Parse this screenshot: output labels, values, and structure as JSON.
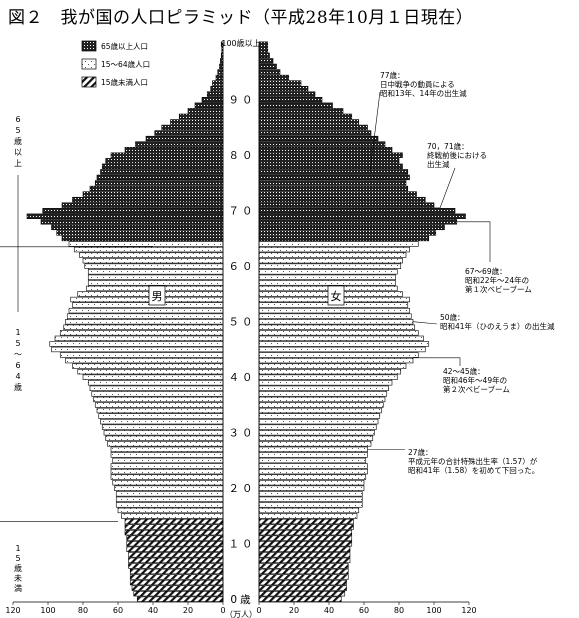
{
  "title": "図２　我が国の人口ピラミッド（平成28年10月１日現在）",
  "chart_data": {
    "type": "bar",
    "orientation": "horizontal-population-pyramid",
    "title": "図２　我が国の人口ピラミッド（平成28年10月１日現在）",
    "age_axis": {
      "ticks": [
        {
          "age": 0,
          "label": "0歳"
        },
        {
          "age": 10,
          "label": "１０"
        },
        {
          "age": 20,
          "label": "２０"
        },
        {
          "age": 30,
          "label": "３０"
        },
        {
          "age": 40,
          "label": "４０"
        },
        {
          "age": 50,
          "label": "５０"
        },
        {
          "age": 60,
          "label": "６０"
        },
        {
          "age": 70,
          "label": "７０"
        },
        {
          "age": 80,
          "label": "８０"
        },
        {
          "age": 90,
          "label": "９０"
        }
      ],
      "top_label": "100歳以上"
    },
    "value_axis": {
      "unit": "（万人）",
      "male_ticks": [
        "120",
        "100",
        "80",
        "60",
        "40",
        "20",
        "0"
      ],
      "female_ticks": [
        "0",
        "20",
        "40",
        "60",
        "80",
        "100",
        "120"
      ],
      "range": [
        0,
        120
      ]
    },
    "sex_labels": {
      "male": "男",
      "female": "女"
    },
    "legend": {
      "position": "top-left",
      "items": [
        {
          "key": "65plus",
          "label": "65歳以上人口",
          "pattern": "dense-dots"
        },
        {
          "key": "15to64",
          "label": "15～64歳人口",
          "pattern": "sparse-dots"
        },
        {
          "key": "under15",
          "label": "15歳未満人口",
          "pattern": "diagonal-hatch"
        }
      ]
    },
    "group_labels": {
      "over65": "65歳以上",
      "working": "15～64歳",
      "children": "15歳未満"
    },
    "series": [
      {
        "name": "男",
        "values": [
          49,
          51,
          52,
          53,
          53,
          53,
          54,
          54,
          54,
          55,
          55,
          55,
          56,
          56,
          56,
          58,
          60,
          61,
          61,
          61,
          62,
          63,
          64,
          64,
          64,
          63,
          64,
          64,
          66,
          67,
          68,
          69,
          70,
          71,
          72,
          73,
          74,
          75,
          76,
          77,
          80,
          83,
          86,
          90,
          93,
          98,
          99,
          96,
          93,
          91,
          90,
          89,
          88,
          86,
          87,
          83,
          78,
          77,
          77,
          77,
          79,
          80,
          82,
          85,
          88,
          92,
          95,
          98,
          104,
          112,
          103,
          92,
          86,
          80,
          76,
          73,
          72,
          70,
          69,
          67,
          64,
          56,
          50,
          44,
          39,
          35,
          30,
          25,
          20,
          16,
          12,
          9,
          7,
          6,
          4,
          3,
          2,
          1.5,
          1,
          0.7,
          1
        ]
      },
      {
        "name": "女",
        "values": [
          47,
          49,
          50,
          50,
          51,
          51,
          51,
          52,
          52,
          52,
          53,
          53,
          53,
          54,
          54,
          56,
          57,
          59,
          59,
          59,
          60,
          60,
          61,
          62,
          62,
          61,
          62,
          62,
          64,
          65,
          66,
          67,
          68,
          69,
          70,
          71,
          72,
          73,
          74,
          76,
          79,
          81,
          84,
          88,
          91,
          95,
          97,
          94,
          91,
          89,
          88,
          87,
          86,
          85,
          86,
          82,
          79,
          78,
          78,
          79,
          81,
          82,
          84,
          86,
          91,
          97,
          101,
          106,
          113,
          118,
          112,
          100,
          95,
          90,
          85,
          84,
          86,
          85,
          82,
          80,
          82,
          76,
          72,
          68,
          64,
          62,
          57,
          53,
          48,
          42,
          36,
          32,
          28,
          24,
          17,
          12,
          10,
          8,
          6,
          5,
          5
        ]
      }
    ],
    "annotations": [
      {
        "id": "a77",
        "age": 77,
        "lines": [
          "77歳：",
          "日中戦争の動員による",
          "昭和13年、14年の出生減"
        ]
      },
      {
        "id": "a70",
        "age": 70.5,
        "lines": [
          "70，71歳：",
          "終戦前後における",
          "出生減"
        ]
      },
      {
        "id": "a67",
        "age": 68,
        "lines": [
          "67～69歳：",
          "昭和22年～24年の",
          "第１次ベビーブーム"
        ]
      },
      {
        "id": "a50",
        "age": 50,
        "lines": [
          "50歳：",
          "昭和41年（ひのえうま）の出生減"
        ]
      },
      {
        "id": "a42",
        "age": 43.5,
        "lines": [
          "42～45歳：",
          "昭和46年～49年の",
          "第２次ベビーブーム"
        ]
      },
      {
        "id": "a27",
        "age": 27,
        "lines": [
          "27歳：",
          "平成元年の合計特殊出生率（1.57）が",
          "昭和41年（1.58）を初めて下回った。"
        ]
      }
    ],
    "grid": false
  }
}
